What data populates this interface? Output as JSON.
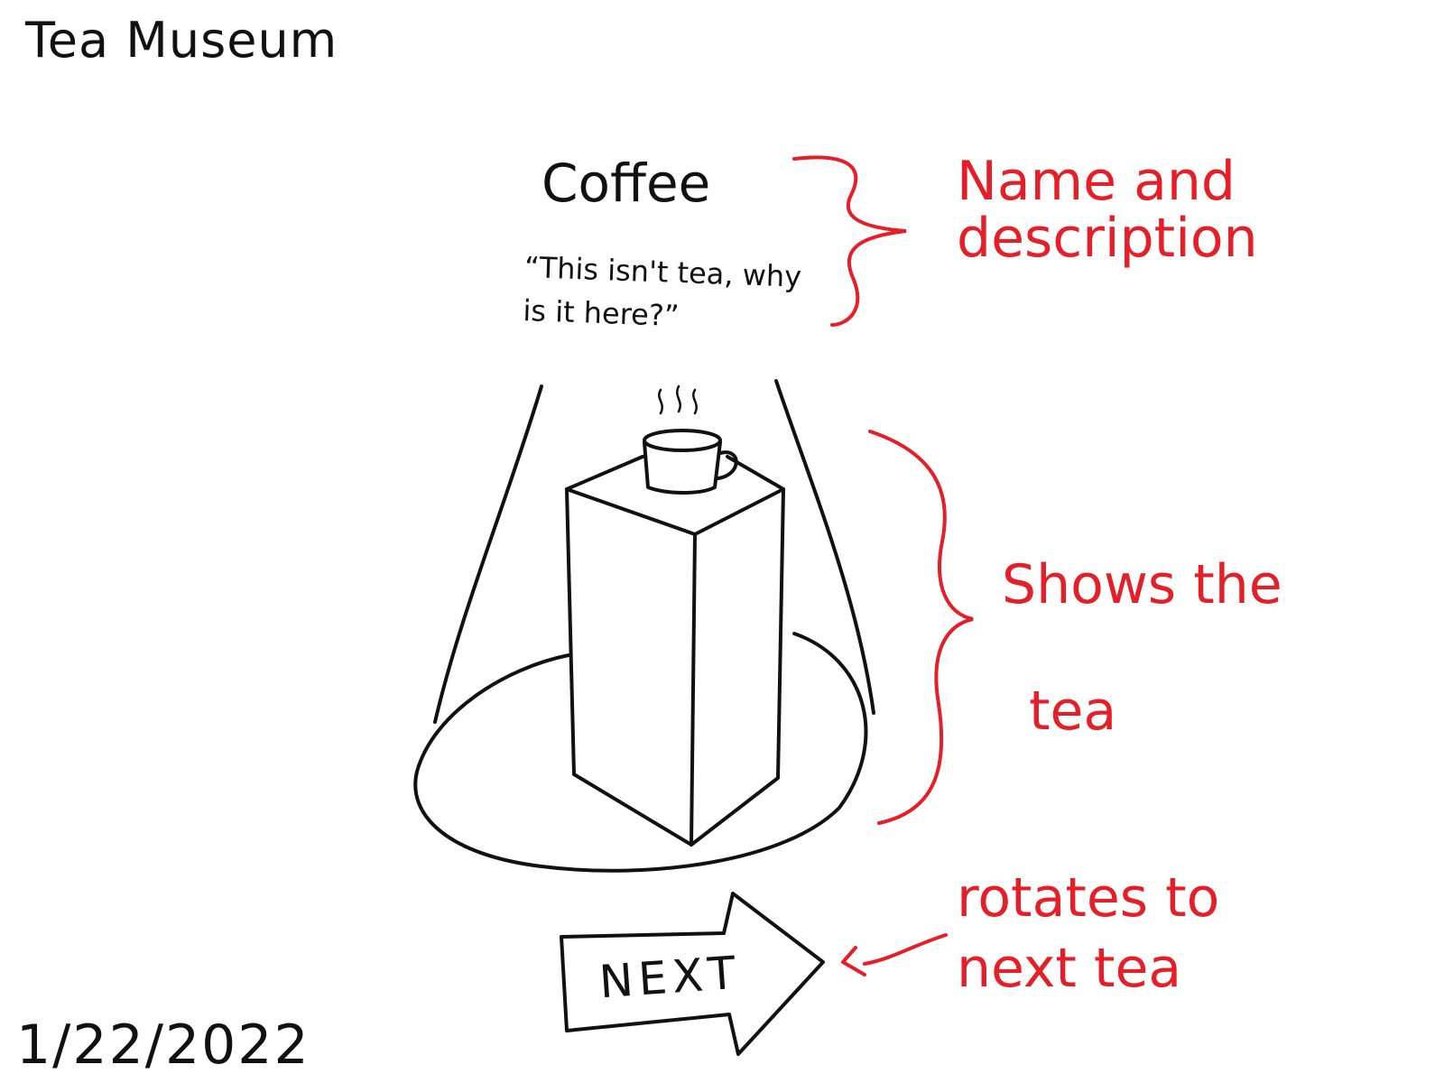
{
  "header": {
    "title": "Tea Museum"
  },
  "exhibit": {
    "name": "Coffee",
    "description": "“This isn't tea, why is it here?”"
  },
  "next_button": {
    "label": "NEXT"
  },
  "footer": {
    "date": "1/22/2022"
  },
  "annotations": {
    "name_description": "Name and description",
    "shows_tea_line1": "Shows the",
    "shows_tea_line2": "tea",
    "rotates_line1": "rotates to",
    "rotates_line2": "next tea"
  },
  "colors": {
    "ink": "#111111",
    "annotation": "#e61e28",
    "background": "#ffffff"
  }
}
